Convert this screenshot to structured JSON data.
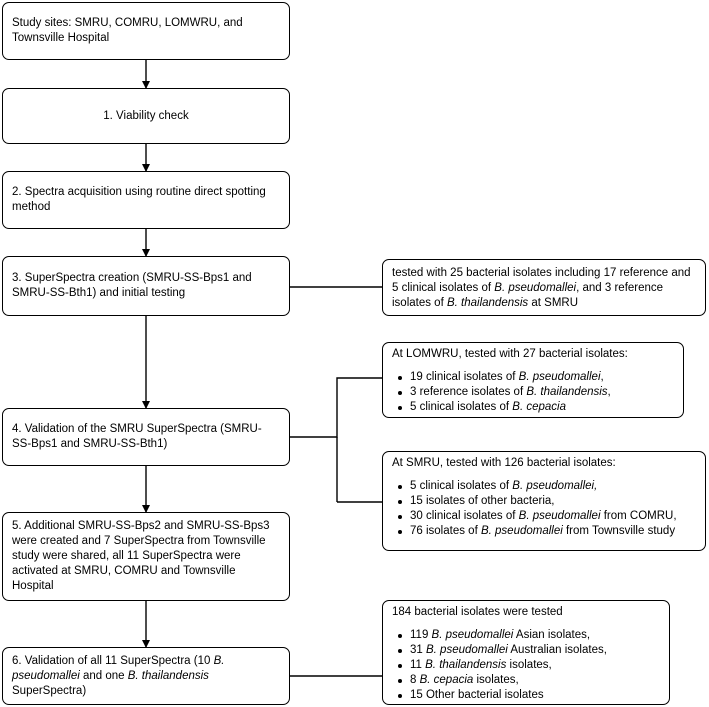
{
  "steps": {
    "s0": "Study sites: SMRU, COMRU, LOMWRU, and Townsville Hospital",
    "s1": "1. Viability check",
    "s2": "2. Spectra acquisition using routine direct spotting method",
    "s3": "3. SuperSpectra creation (SMRU-SS-Bps1 and SMRU-SS-Bth1) and initial testing",
    "s4": "4. Validation of the SMRU SuperSpectra (SMRU-SS-Bps1 and SMRU-SS-Bth1)",
    "s5": "5. Additional SMRU-SS-Bps2 and SMRU-SS-Bps3 were created and 7 SuperSpectra from Townsville study were shared, all 11 SuperSpectra were activated at SMRU, COMRU and Townsville Hospital",
    "s6a": "6. Validation of all 11 SuperSpectra (10 ",
    "s6b": "B. pseudomallei",
    "s6c": " and one ",
    "s6d": "B. thailandensis",
    "s6e": " SuperSpectra)"
  },
  "side3": {
    "t1": "tested with 25 bacterial isolates including 17 reference and 5 clinical isolates of ",
    "t2": "B. pseudomallei",
    "t3": ", and 3 reference isolates of ",
    "t4": "B. thailandensis",
    "t5": " at SMRU"
  },
  "side4a": {
    "heading": "At LOMWRU, tested with 27 bacterial isolates:",
    "i1a": "19 clinical isolates of ",
    "i1b": "B. pseudomallei",
    "i1c": ",",
    "i2a": "3 reference isolates of ",
    "i2b": "B. thailandensis",
    "i2c": ",",
    "i3a": "5 clinical isolates of ",
    "i3b": "B. cepacia"
  },
  "side4b": {
    "heading": "At SMRU, tested with 126 bacterial isolates:",
    "i1a": "5 clinical isolates of ",
    "i1b": "B. pseudomallei,",
    "i2": "15 isolates of other bacteria,",
    "i3a": "30 clinical isolates of ",
    "i3b": "B. pseudomallei",
    "i3c": " from COMRU,",
    "i4a": "76 isolates of ",
    "i4b": "B. pseudomallei",
    "i4c": " from Townsville study"
  },
  "side6": {
    "heading": "184 bacterial isolates were tested",
    "i1a": "119 ",
    "i1b": "B. pseudomallei",
    "i1c": " Asian isolates,",
    "i2a": "31 ",
    "i2b": "B. pseudomallei",
    "i2c": " Australian isolates,",
    "i3a": "11 ",
    "i3b": "B. thailandensis",
    "i3c": " isolates,",
    "i4a": "8 ",
    "i4b": "B. cepacia",
    "i4c": " isolates,",
    "i5": "15 Other bacterial isolates"
  }
}
